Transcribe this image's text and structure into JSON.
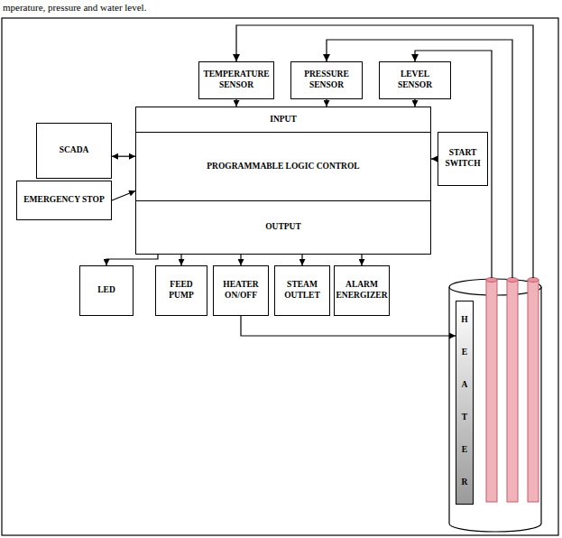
{
  "diagram": {
    "nodes": [
      {
        "text": [
          "TEMPERATURE SENSOR"
        ]
      },
      {
        "text": [
          "PRESSURE SENSOR"
        ]
      },
      {
        "text": [
          "LEVEL SENSOR"
        ]
      },
      {
        "text": [
          "INPUT"
        ]
      },
      {
        "text": [
          "SCADA"
        ]
      },
      {
        "text": [
          "PROGRAMMABLE LOGIC CONTROL"
        ]
      },
      {
        "text": [
          "START SWITCH"
        ]
      },
      {
        "text": [
          "EMERGENCY STOP"
        ]
      },
      {
        "text": [
          "OUTPUT"
        ]
      },
      {
        "text": [
          "LED"
        ]
      },
      {
        "text": [
          "FEED PUMP"
        ]
      },
      {
        "text": [
          "HEATER ON/OFF"
        ]
      },
      {
        "text": [
          "STEAM OUTLET"
        ]
      },
      {
        "text": [
          "ALARM ENERGIZER"
        ]
      },
      {
        "text": [
          "HEATER"
        ]
      }
    ],
    "edges": [
      {
        "from": 0,
        "to": 3,
        "arrow": "to"
      },
      {
        "from": 1,
        "to": 3,
        "arrow": "to"
      },
      {
        "from": 2,
        "to": 3,
        "arrow": "to"
      },
      {
        "from": 4,
        "to": 5,
        "arrow": "both"
      },
      {
        "from": 7,
        "to": 5,
        "arrow": "to"
      },
      {
        "from": 6,
        "to": 5,
        "arrow": "to"
      },
      {
        "from": 8,
        "to": 9,
        "arrow": "to"
      },
      {
        "from": 8,
        "to": 10,
        "arrow": "to"
      },
      {
        "from": 8,
        "to": 11,
        "arrow": "to"
      },
      {
        "from": 8,
        "to": 12,
        "arrow": "to"
      },
      {
        "from": 8,
        "to": 13,
        "arrow": "to"
      },
      {
        "from": 11,
        "to": 14,
        "arrow": "to"
      }
    ],
    "labels": [
      "mperature, pressure and water level."
    ]
  }
}
